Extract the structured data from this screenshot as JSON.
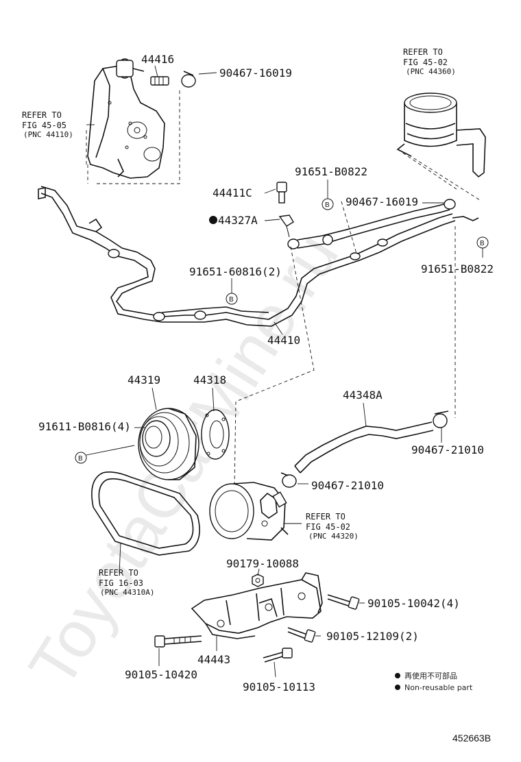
{
  "watermark": "ToyotaCarMine.ru",
  "parts": {
    "p44416": "44416",
    "p90467_16019_top": "90467-16019",
    "p44411C": "44411C",
    "p44327A": "44327A",
    "p91651_B0822_mid": "91651-B0822",
    "p90467_16019_right": "90467-16019",
    "p91651_B0822_right": "91651-B0822",
    "p91651_60816": "91651-60816(2)",
    "p44410": "44410",
    "p44319": "44319",
    "p44318": "44318",
    "p91611_B0816": "91611-B0816(4)",
    "p44348A": "44348A",
    "p90467_21010_right": "90467-21010",
    "p90467_21010_pump": "90467-21010",
    "p90179_10088": "90179-10088",
    "p90105_10042": "90105-10042(4)",
    "p90105_12109": "90105-12109(2)",
    "p44443": "44443",
    "p90105_10420": "90105-10420",
    "p90105_10113": "90105-10113"
  },
  "refs": {
    "gear": {
      "l1": "REFER TO",
      "l2": "FIG 45-05",
      "l3": "(PNC 44110)"
    },
    "reservoir": {
      "l1": "REFER TO",
      "l2": "FIG 45-02",
      "l3": "(PNC 44360)"
    },
    "pump": {
      "l1": "REFER TO",
      "l2": "FIG 45-02",
      "l3": "(PNC 44320)"
    },
    "belt": {
      "l1": "REFER TO",
      "l2": "FIG 16-03",
      "l3": "(PNC 44310A)"
    }
  },
  "marker_b": "B",
  "legend": {
    "japanese": "再使用不可部品",
    "english": "Non-reusable part"
  },
  "illustration_code": "452663B"
}
